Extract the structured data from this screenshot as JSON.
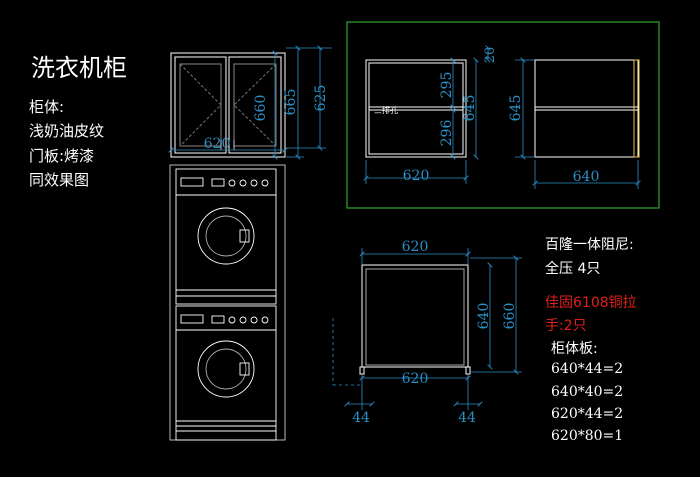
{
  "title": "洗衣机柜",
  "specs": [
    "柜体:",
    "浅奶油皮纹",
    "门板:烤漆",
    "同效果图"
  ],
  "hardware": {
    "damper_line1": "百隆一体阻尼:",
    "damper_line2": "全压  4只",
    "handle_line1": "佳固6108铜拉",
    "handle_line2": "手:2只"
  },
  "panels": {
    "heading": "柜体板:",
    "items": [
      "640*44=2",
      "640*40=2",
      "620*44=2",
      "620*80=1"
    ]
  },
  "front_view": {
    "width": "620",
    "height_inner": "660",
    "height_mid": "665",
    "height_outer": "625"
  },
  "side_section": {
    "width": "620",
    "top_gap": "20",
    "upper_h": "295",
    "lower_h": "296",
    "total_h": "645",
    "note": "三排孔"
  },
  "side_view": {
    "width": "640",
    "total_h": "645"
  },
  "bottom_view": {
    "width_top": "620",
    "width_bottom": "620",
    "height_a": "640",
    "height_b": "660",
    "foot_left": "44",
    "foot_right": "44"
  },
  "colors": {
    "dim": "#2b8fc7",
    "frame": "#2fa52f",
    "line": "#ffffff",
    "accent": "#e0201c"
  }
}
